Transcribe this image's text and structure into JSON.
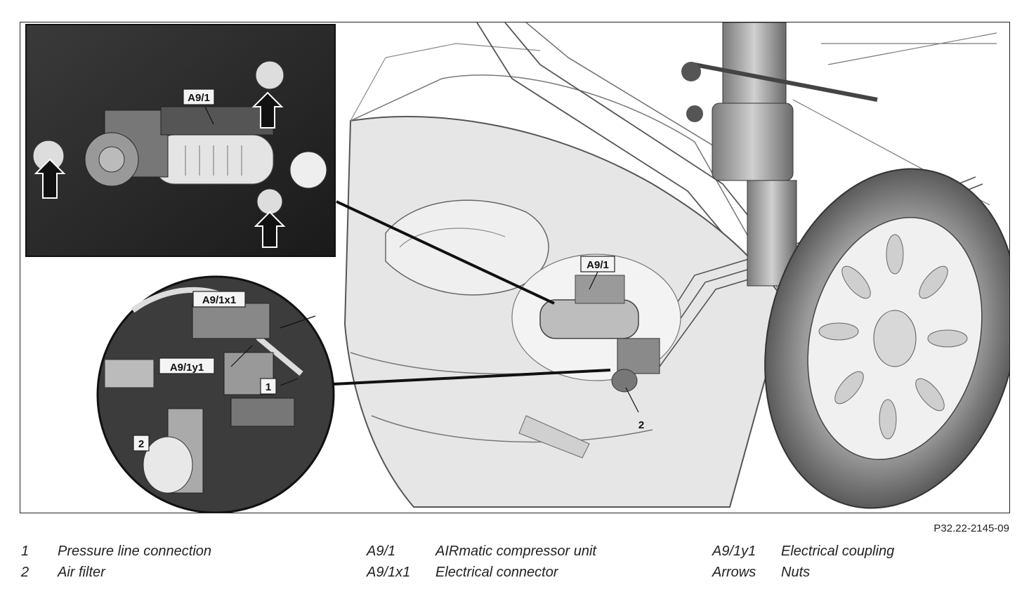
{
  "callouts": {
    "a91_inset": "A9/1",
    "a91_main": "A9/1",
    "a91x1": "A9/1x1",
    "a91y1": "A9/1y1",
    "one": "1",
    "two_circle": "2",
    "two_main": "2"
  },
  "reference_code": "P32.22-2145-09",
  "legend": [
    {
      "key": "1",
      "desc": "Pressure line connection"
    },
    {
      "key": "2",
      "desc": "Air filter"
    },
    {
      "key": "A9/1",
      "desc": "AIRmatic compressor unit"
    },
    {
      "key": "A9/1x1",
      "desc": "Electrical connector"
    },
    {
      "key": "A9/1y1",
      "desc": "Electrical coupling"
    },
    {
      "key": "Arrows",
      "desc": "Nuts"
    }
  ]
}
